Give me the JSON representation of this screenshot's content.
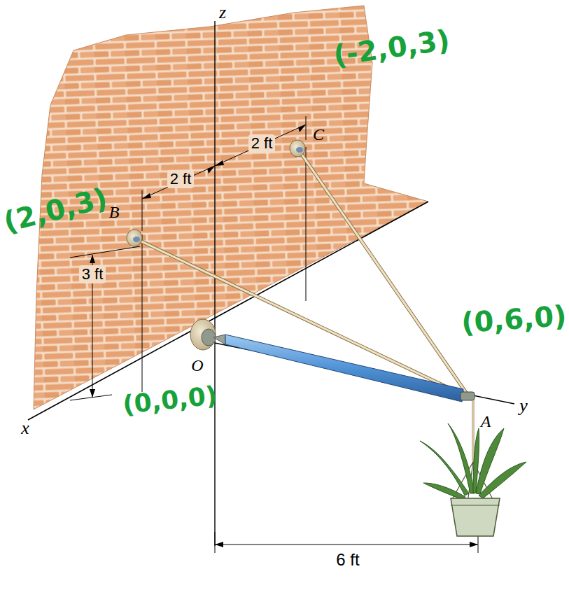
{
  "diagram": {
    "labels": [
      "z",
      "(-2,0,3)",
      "C",
      "2 ft",
      "2 ft",
      "(2,0,3)",
      "B",
      "3 ft",
      "(0,6,0)",
      "O",
      "A",
      "(0,0,0)",
      "x",
      "y",
      "6 ft"
    ]
  }
}
